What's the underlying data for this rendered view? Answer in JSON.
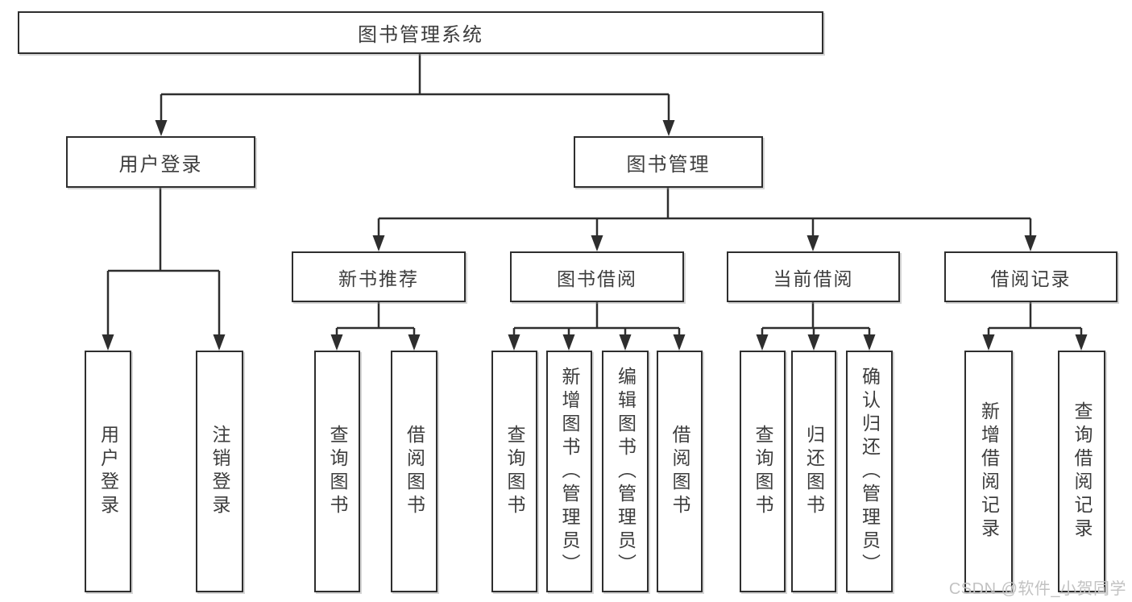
{
  "diagram": {
    "root": {
      "label": "图书管理系统"
    },
    "branches": [
      {
        "label": "用户登录",
        "children": [
          {
            "label": "用户登录"
          },
          {
            "label": "注销登录"
          }
        ]
      },
      {
        "label": "图书管理",
        "children": [
          {
            "label": "新书推荐",
            "children": [
              {
                "label": "查询图书"
              },
              {
                "label": "借阅图书"
              }
            ]
          },
          {
            "label": "图书借阅",
            "children": [
              {
                "label": "查询图书"
              },
              {
                "label": "新增图书（管理员）"
              },
              {
                "label": "编辑图书（管理员）"
              },
              {
                "label": "借阅图书"
              }
            ]
          },
          {
            "label": "当前借阅",
            "children": [
              {
                "label": "查询图书"
              },
              {
                "label": "归还图书"
              },
              {
                "label": "确认归还（管理员）"
              }
            ]
          },
          {
            "label": "借阅记录",
            "children": [
              {
                "label": "新增借阅记录"
              },
              {
                "label": "查询借阅记录"
              }
            ]
          }
        ]
      }
    ]
  },
  "watermark": {
    "text": "CSDN @软件_小贺同学"
  },
  "colors": {
    "background": "#ffffff",
    "line": "#2e2e2e",
    "text": "#3d3d3d",
    "watermark": "#c2c2c2"
  }
}
